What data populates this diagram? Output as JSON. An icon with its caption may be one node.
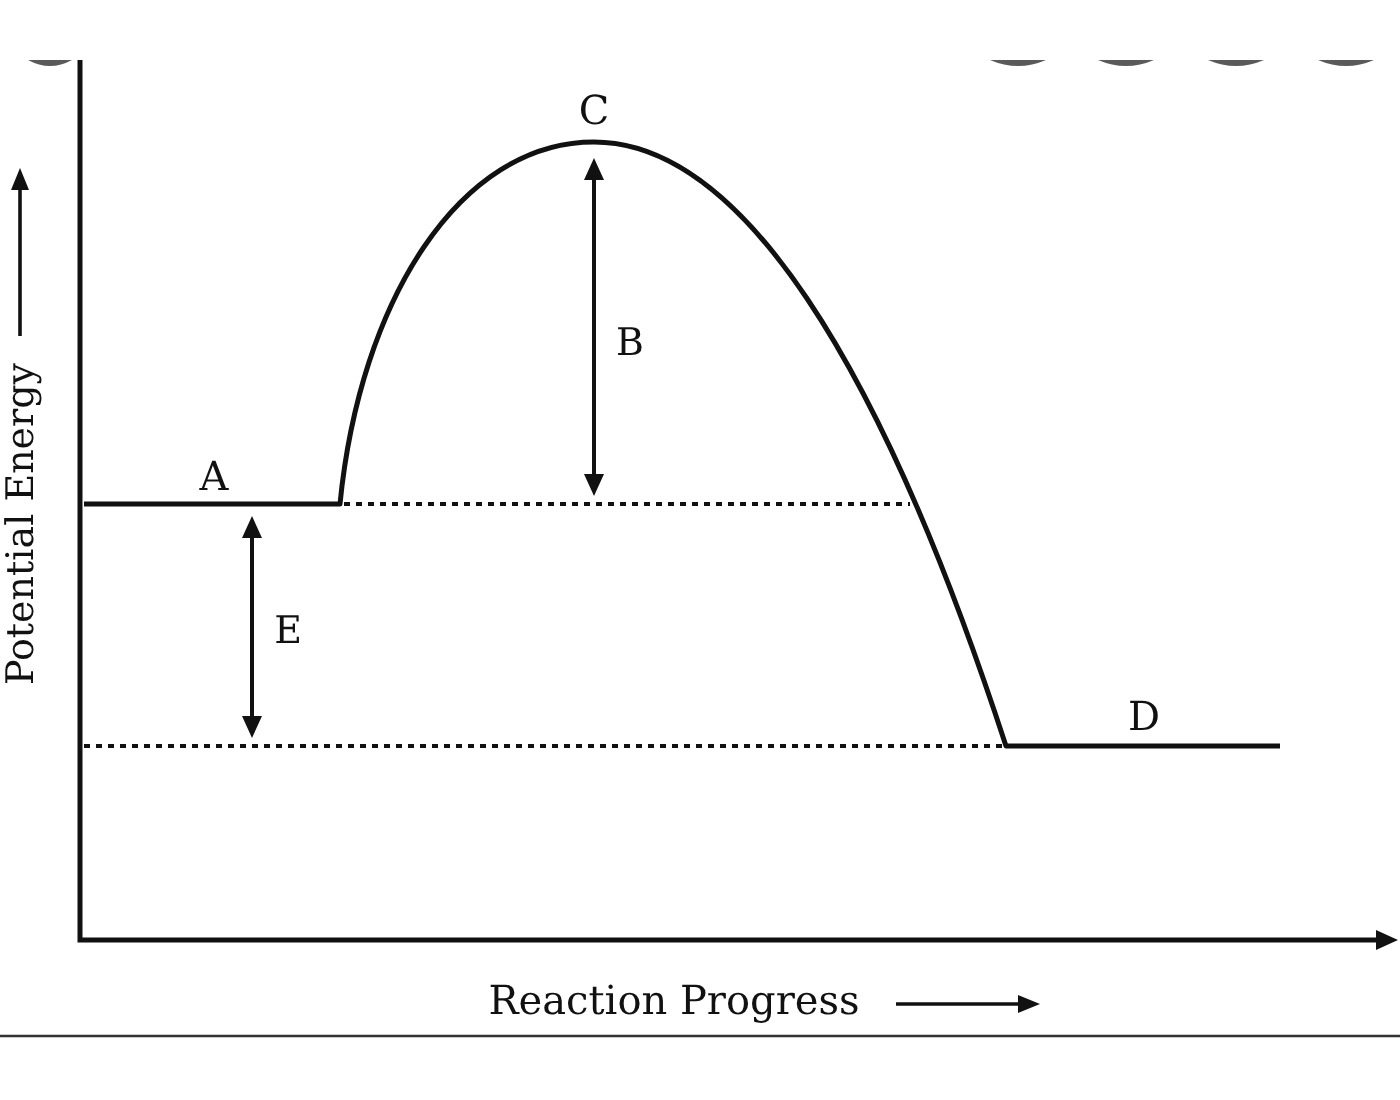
{
  "diagram": {
    "labels": [
      "C",
      "B",
      "Potential Energy",
      "A",
      "E",
      "D",
      "Reaction Progress"
    ]
  }
}
